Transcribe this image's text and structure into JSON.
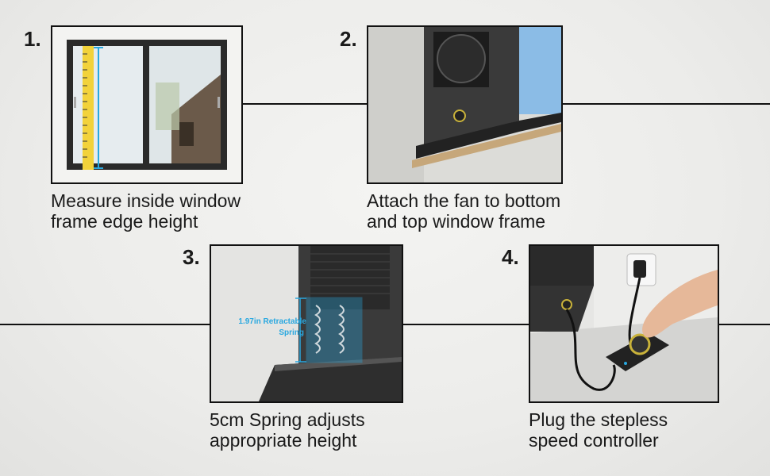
{
  "steps": [
    {
      "number": "1.",
      "line1": "Measure inside window",
      "line2": "frame edge height"
    },
    {
      "number": "2.",
      "line1": "Attach the fan to bottom",
      "line2": "and top window frame"
    },
    {
      "number": "3.",
      "line1": "5cm Spring adjusts",
      "line2": "appropriate height",
      "callout1": "1.97in Retractable",
      "callout2": "Spring"
    },
    {
      "number": "4.",
      "line1": "Plug the stepless",
      "line2": "speed controller"
    }
  ],
  "colors": {
    "callout": "#29a8e0",
    "frame": "#111111",
    "tape": "#f2d23a"
  }
}
